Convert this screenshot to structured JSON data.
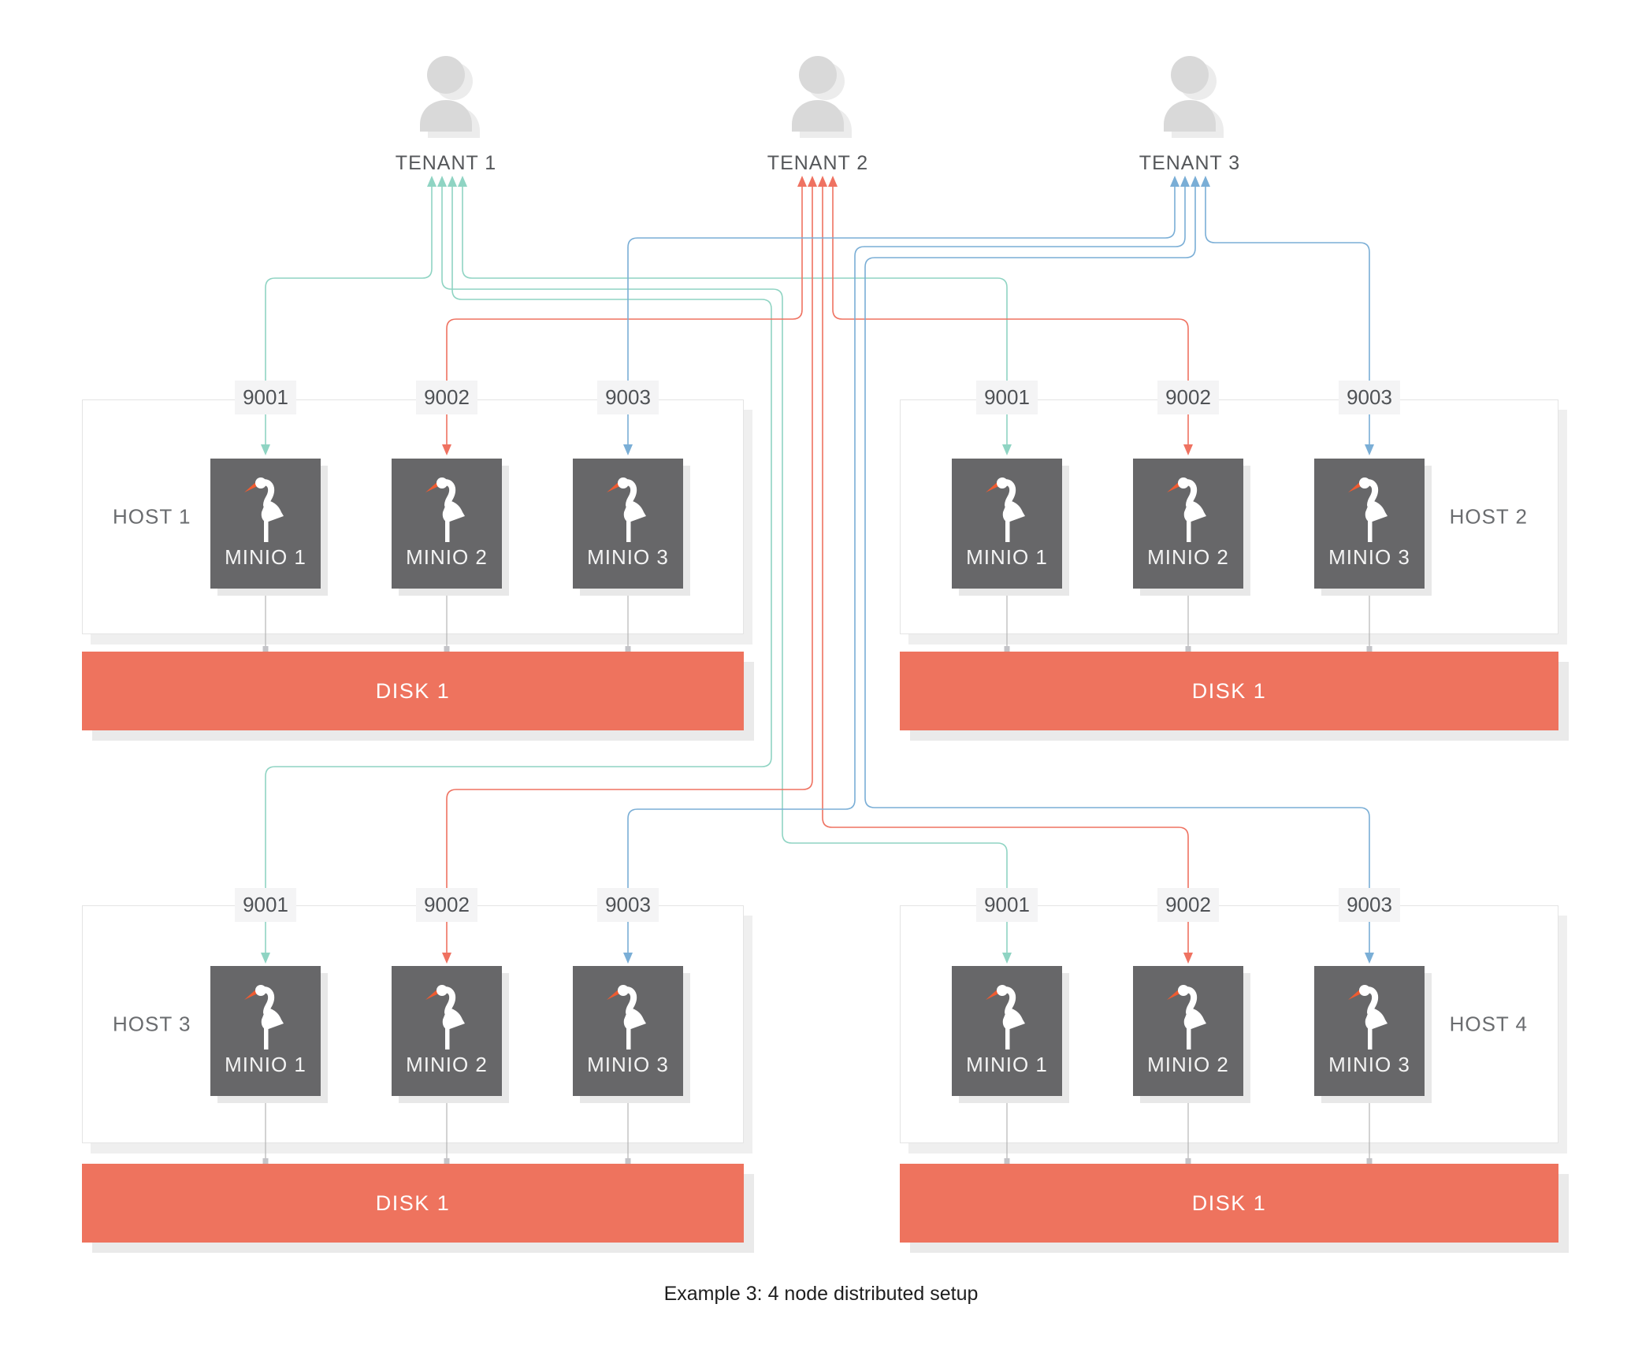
{
  "caption": "Example 3: 4 node distributed setup",
  "colors": {
    "tenant1_line": "#8fd4c3",
    "tenant2_line": "#ef7261",
    "tenant3_line": "#7aaed6",
    "disk_bg": "#ee735e",
    "minio_box_bg": "#676769",
    "beak_orange": "#ee5b31",
    "connector_gray": "#b5b5b5",
    "connector_square": "#c4c4c8"
  },
  "tenants": [
    {
      "label": "TENANT 1"
    },
    {
      "label": "TENANT 2"
    },
    {
      "label": "TENANT 3"
    }
  ],
  "hosts": [
    {
      "label": "HOST 1",
      "label_side": "left",
      "ports": [
        "9001",
        "9002",
        "9003"
      ],
      "nodes": [
        {
          "label": "MINIO 1"
        },
        {
          "label": "MINIO 2"
        },
        {
          "label": "MINIO 3"
        }
      ],
      "disk_label": "DISK 1"
    },
    {
      "label": "HOST 2",
      "label_side": "right",
      "ports": [
        "9001",
        "9002",
        "9003"
      ],
      "nodes": [
        {
          "label": "MINIO 1"
        },
        {
          "label": "MINIO 2"
        },
        {
          "label": "MINIO 3"
        }
      ],
      "disk_label": "DISK 1"
    },
    {
      "label": "HOST 3",
      "label_side": "left",
      "ports": [
        "9001",
        "9002",
        "9003"
      ],
      "nodes": [
        {
          "label": "MINIO 1"
        },
        {
          "label": "MINIO 2"
        },
        {
          "label": "MINIO 3"
        }
      ],
      "disk_label": "DISK 1"
    },
    {
      "label": "HOST 4",
      "label_side": "right",
      "ports": [
        "9001",
        "9002",
        "9003"
      ],
      "nodes": [
        {
          "label": "MINIO 1"
        },
        {
          "label": "MINIO 2"
        },
        {
          "label": "MINIO 3"
        }
      ],
      "disk_label": "DISK 1"
    }
  ],
  "connections": [
    {
      "tenant": "TENANT 1",
      "host": "HOST 1",
      "node": "MINIO 1",
      "port": "9001",
      "color_key": "tenant1_line"
    },
    {
      "tenant": "TENANT 1",
      "host": "HOST 2",
      "node": "MINIO 1",
      "port": "9001",
      "color_key": "tenant1_line"
    },
    {
      "tenant": "TENANT 1",
      "host": "HOST 3",
      "node": "MINIO 1",
      "port": "9001",
      "color_key": "tenant1_line"
    },
    {
      "tenant": "TENANT 1",
      "host": "HOST 4",
      "node": "MINIO 1",
      "port": "9001",
      "color_key": "tenant1_line"
    },
    {
      "tenant": "TENANT 2",
      "host": "HOST 1",
      "node": "MINIO 2",
      "port": "9002",
      "color_key": "tenant2_line"
    },
    {
      "tenant": "TENANT 2",
      "host": "HOST 2",
      "node": "MINIO 2",
      "port": "9002",
      "color_key": "tenant2_line"
    },
    {
      "tenant": "TENANT 2",
      "host": "HOST 3",
      "node": "MINIO 2",
      "port": "9002",
      "color_key": "tenant2_line"
    },
    {
      "tenant": "TENANT 2",
      "host": "HOST 4",
      "node": "MINIO 2",
      "port": "9002",
      "color_key": "tenant2_line"
    },
    {
      "tenant": "TENANT 3",
      "host": "HOST 1",
      "node": "MINIO 3",
      "port": "9003",
      "color_key": "tenant3_line"
    },
    {
      "tenant": "TENANT 3",
      "host": "HOST 2",
      "node": "MINIO 3",
      "port": "9003",
      "color_key": "tenant3_line"
    },
    {
      "tenant": "TENANT 3",
      "host": "HOST 3",
      "node": "MINIO 3",
      "port": "9003",
      "color_key": "tenant3_line"
    },
    {
      "tenant": "TENANT 3",
      "host": "HOST 4",
      "node": "MINIO 3",
      "port": "9003",
      "color_key": "tenant3_line"
    }
  ]
}
